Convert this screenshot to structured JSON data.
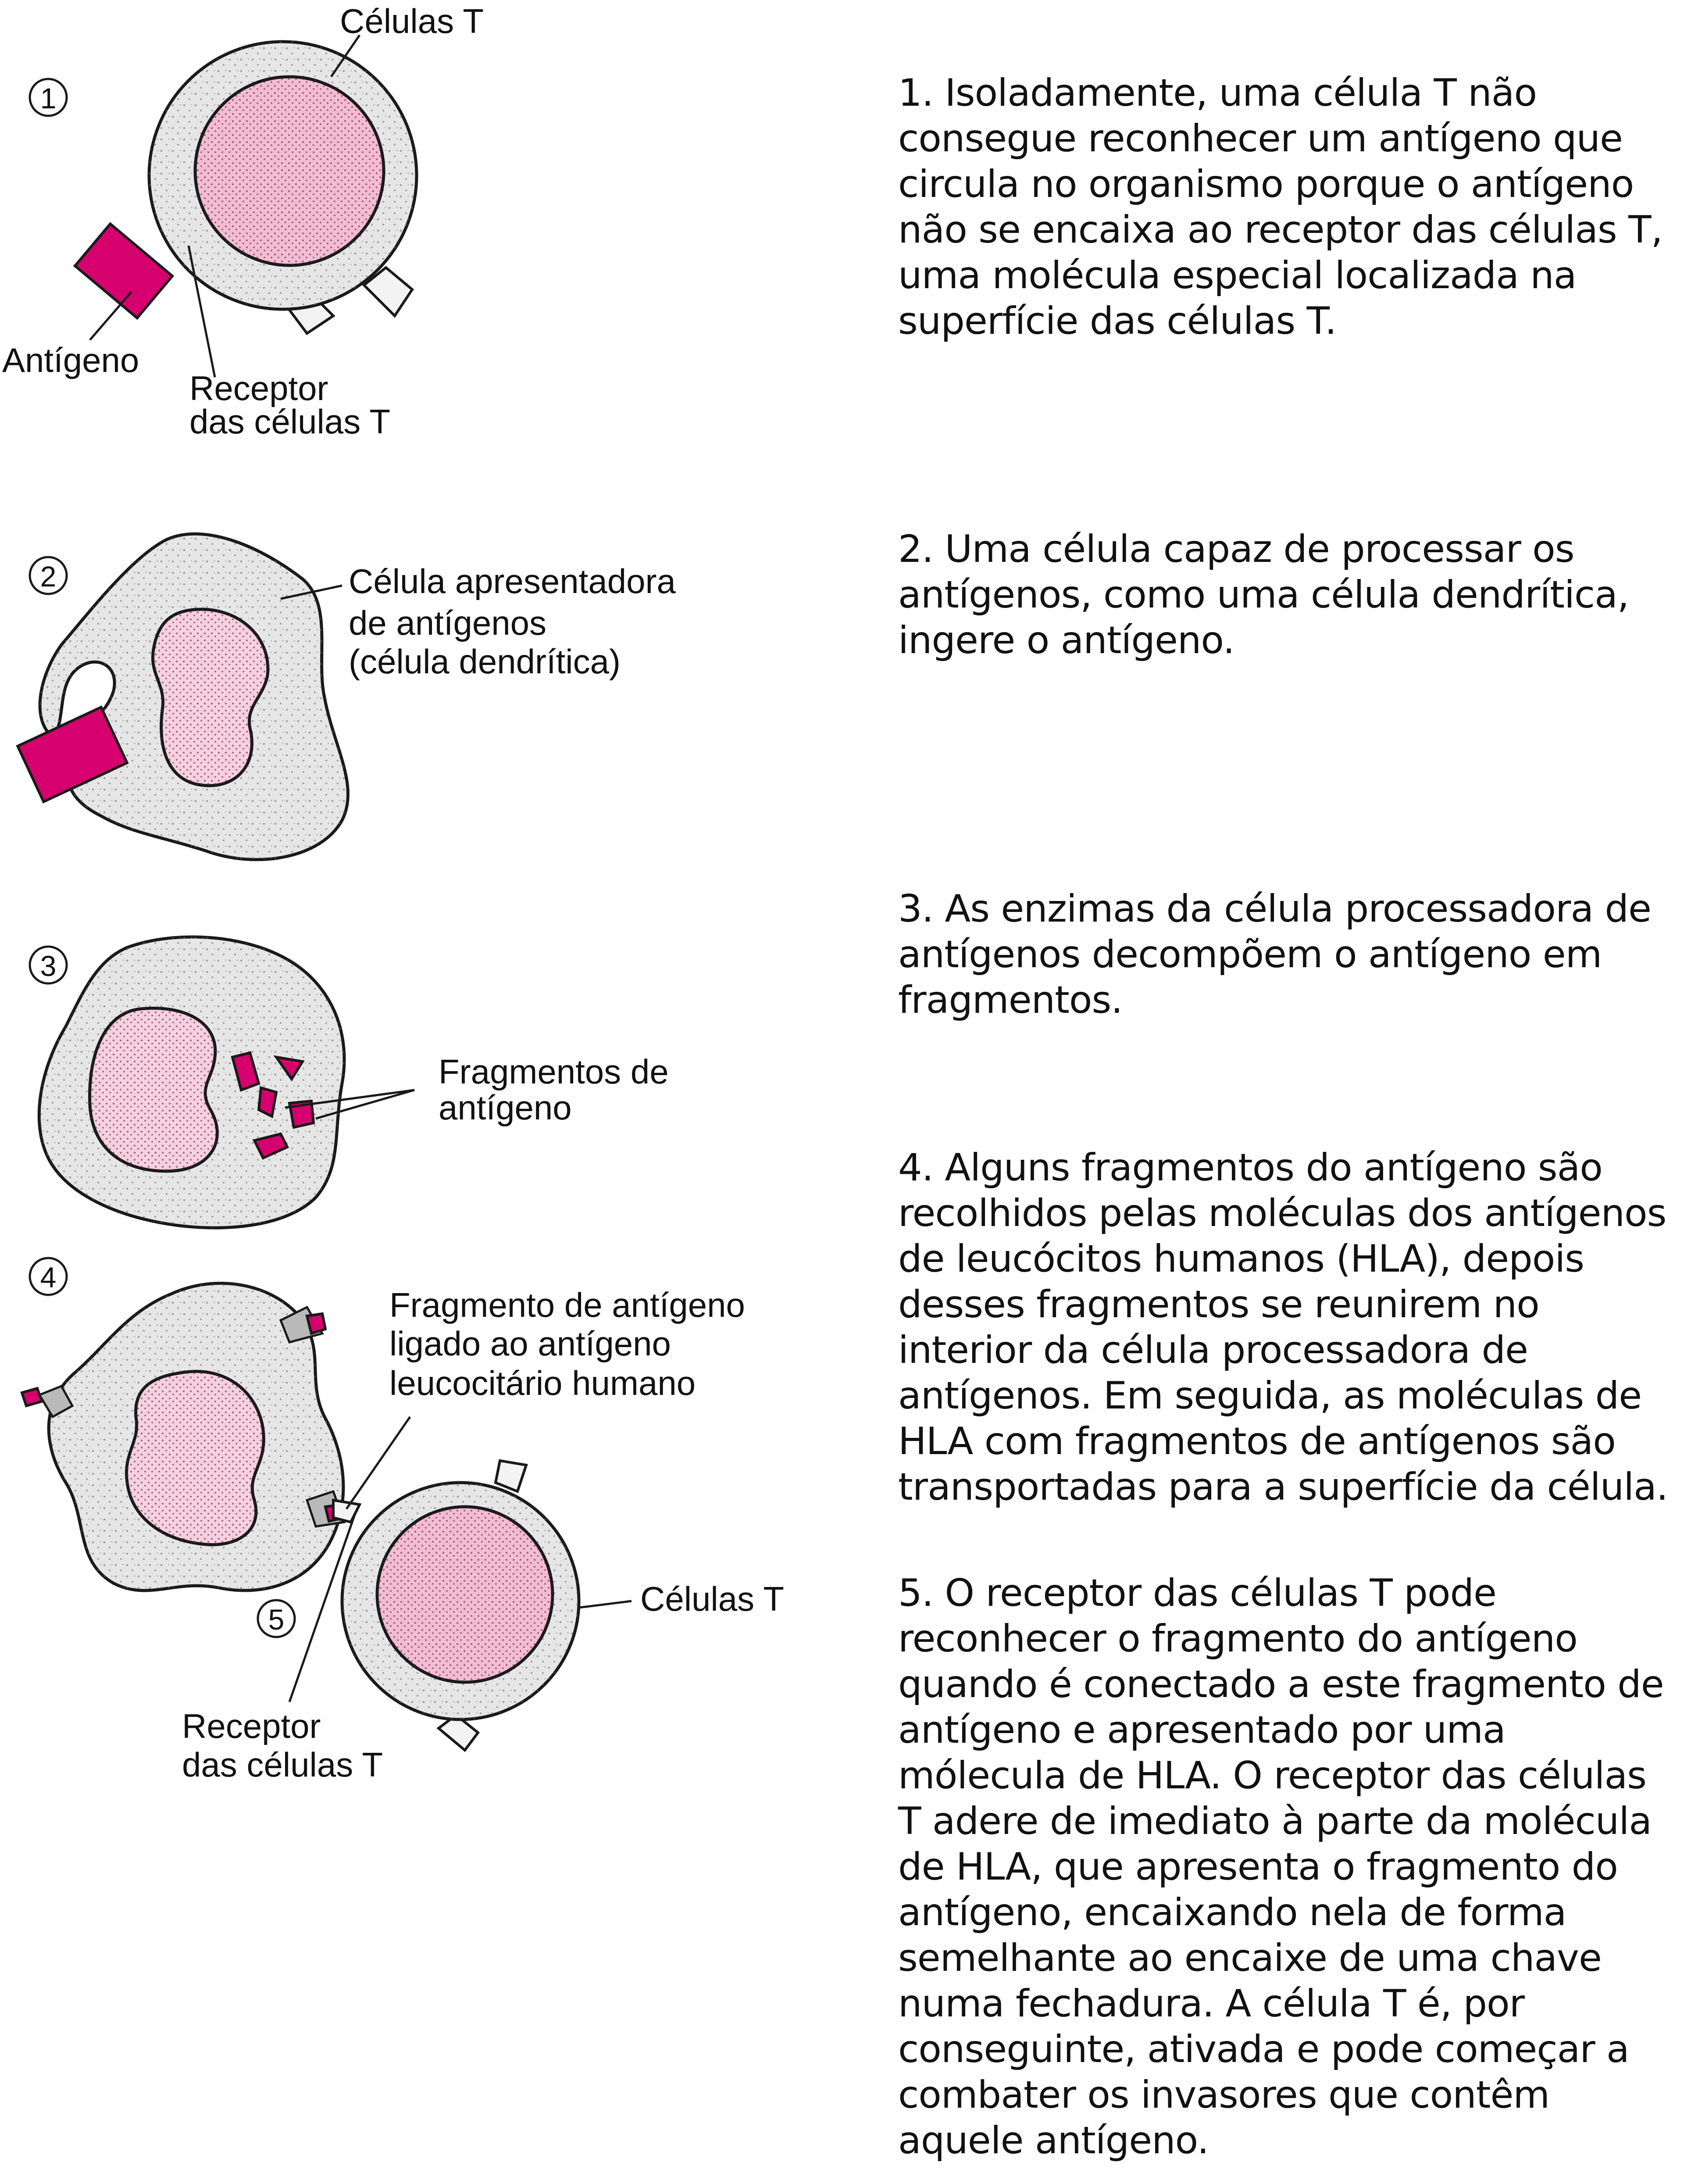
{
  "labels": {
    "t_cells_top": "Células T",
    "antigen": "Antígeno",
    "tcr_top_1": "Receptor",
    "tcr_top_2": "das células T",
    "apc_1": "Célula apresentadora",
    "apc_2": "de antígenos",
    "apc_3": "(célula dendrítica)",
    "frag_1": "Fragmentos de",
    "frag_2": "antígeno",
    "bound_1": "Fragmento de antígeno",
    "bound_2": " ligado ao antígeno",
    "bound_3": "leucocitário humano",
    "t_cells_bottom": "Células T",
    "tcr_bottom_1": "Receptor",
    "tcr_bottom_2": "das células T"
  },
  "step_numbers": [
    "1",
    "2",
    "3",
    "4",
    "5"
  ],
  "steps": [
    "1. Isoladamente, uma célula T não consegue reconhecer um antígeno que circula no organismo porque o antígeno não se encaixa ao receptor das células T, uma molécula especial localizada na superfície das células T.",
    "2. Uma célula capaz de processar os antígenos, como uma célula dendrítica, ingere o antígeno.",
    "3. As enzimas da célula processadora de antígenos decompõem o antígeno em fragmentos.",
    "4. Alguns fragmentos do antígeno são recolhidos pelas moléculas dos antígenos de leucócitos humanos (HLA), depois desses fragmentos se reunirem no interior da célula processadora de antígenos. Em seguida, as moléculas de HLA com fragmentos de antígenos são transportadas para a superfície da célula.",
    "5. O receptor das células T pode reconhecer o fragmento do antígeno quando é conectado a este fragmento de antígeno e apresentado por uma mólecula de HLA. O receptor das células T adere de imediato à parte da molécula de HLA, que apresenta o fragmento do antígeno, encaixando nela de forma semelhante ao encaixe de uma chave numa fechadura. A célula T é, por conseguinte, ativada e pode começar a combater os invasores que contêm aquele antígeno."
  ],
  "colors": {
    "antigen": "#d6006e",
    "t_cell_nucleus": "#f4bcd3",
    "cytoplasm": "#e6e6e6"
  }
}
